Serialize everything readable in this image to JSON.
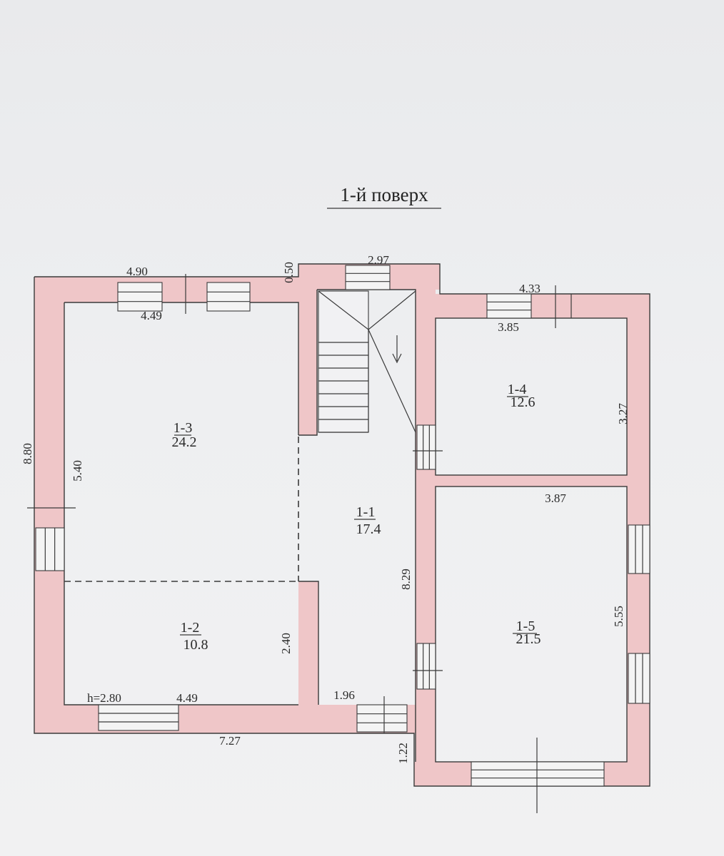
{
  "title": "1-й поверх",
  "rooms": [
    {
      "id": "1-1",
      "area": "17.4"
    },
    {
      "id": "1-2",
      "area": "10.8"
    },
    {
      "id": "1-3",
      "area": "24.2"
    },
    {
      "id": "1-4",
      "area": "12.6"
    },
    {
      "id": "1-5",
      "area": "21.5"
    }
  ],
  "dimensions": {
    "top_left_outer": "4.90",
    "top_left_inner": "4.49",
    "stair_offset": "0.50",
    "stair_top": "2.97",
    "top_right_outer": "4.33",
    "top_right_inner": "3.85",
    "left_outer": "8.80",
    "left_inner": "5.40",
    "room14_height": "3.27",
    "room15_width": "3.87",
    "hall_height": "8.29",
    "room15_height": "5.55",
    "room12_height": "2.40",
    "ceiling_height": "h=2.80",
    "bottom_inner": "4.49",
    "hall_bottom": "1.96",
    "bottom_outer": "7.27",
    "step_offset": "1.22"
  },
  "colors": {
    "wall_fill": "#efc6c8",
    "line": "#3a3a3a",
    "background": "#eeeff1"
  }
}
